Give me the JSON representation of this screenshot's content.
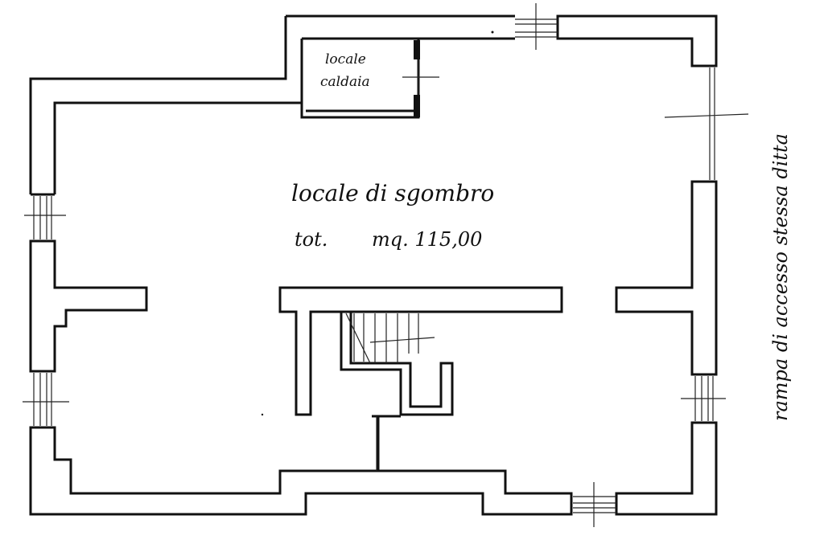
{
  "plan": {
    "rooms": {
      "boiler_room": {
        "line1": "locale",
        "line2": "caldaia"
      },
      "storage_room": {
        "name": "locale di sgombro",
        "area_prefix": "tot.",
        "area_value": "mq. 115,00"
      }
    },
    "side_note": "rampa di accesso stessa ditta"
  }
}
